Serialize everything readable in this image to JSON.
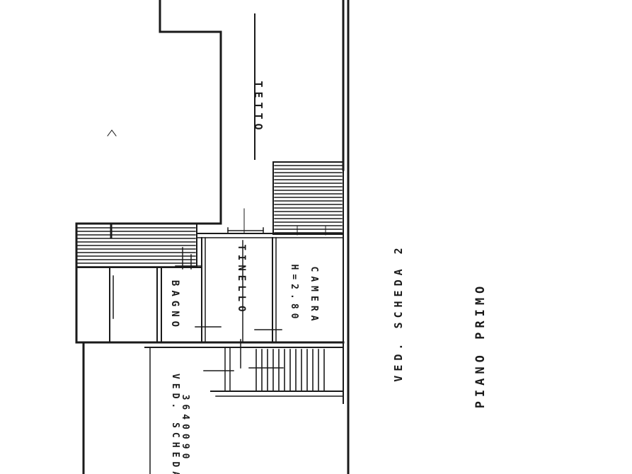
{
  "labels": {
    "roof": "TETTO",
    "bath": "BAGNO",
    "dining": "TINELLO",
    "height": "H=2.80",
    "bedroom": "CAMERA",
    "see_sheet": "VED. SCHEDA 2",
    "floor": "PIANO PRIMO",
    "sheet_ref": "VED. SCHEDA",
    "sheet_number": "3640090"
  },
  "colors": {
    "ink": "#1a1a1a",
    "paper": "#ffffff"
  }
}
